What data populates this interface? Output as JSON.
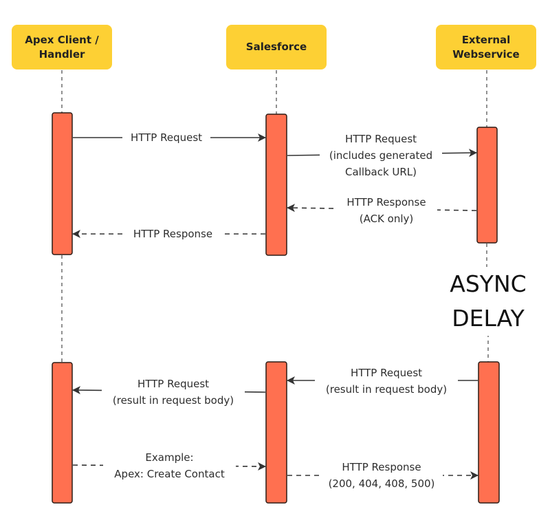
{
  "actors": [
    {
      "id": "apex",
      "label": "Apex Client /\nHandler"
    },
    {
      "id": "salesforce",
      "label": "Salesforce"
    },
    {
      "id": "external",
      "label": "External\nWebservice"
    }
  ],
  "messages": [
    {
      "from": "apex",
      "to": "salesforce",
      "type": "sync",
      "label": "HTTP Request"
    },
    {
      "from": "salesforce",
      "to": "external",
      "type": "sync",
      "label": "HTTP Request\n(includes generated\nCallback URL)"
    },
    {
      "from": "external",
      "to": "salesforce",
      "type": "reply",
      "label": "HTTP Response\n(ACK only)"
    },
    {
      "from": "salesforce",
      "to": "apex",
      "type": "reply",
      "label": "HTTP Response"
    },
    {
      "from": "external",
      "to": "salesforce",
      "type": "sync",
      "label": "HTTP Request\n(result in request body)"
    },
    {
      "from": "salesforce",
      "to": "apex",
      "type": "sync",
      "label": "HTTP Request\n(result in request body)"
    },
    {
      "from": "apex",
      "to": "salesforce",
      "type": "reply",
      "label": "Example:\nApex: Create Contact"
    },
    {
      "from": "salesforce",
      "to": "external",
      "type": "reply",
      "label": "HTTP Response\n(200, 404, 408, 500)"
    }
  ],
  "async_note": "ASYNC\nDELAY",
  "colors": {
    "actor_fill": "#fdd034",
    "activation_fill": "#ff7050",
    "activation_stroke": "#2a1a14",
    "line": "#333333"
  }
}
